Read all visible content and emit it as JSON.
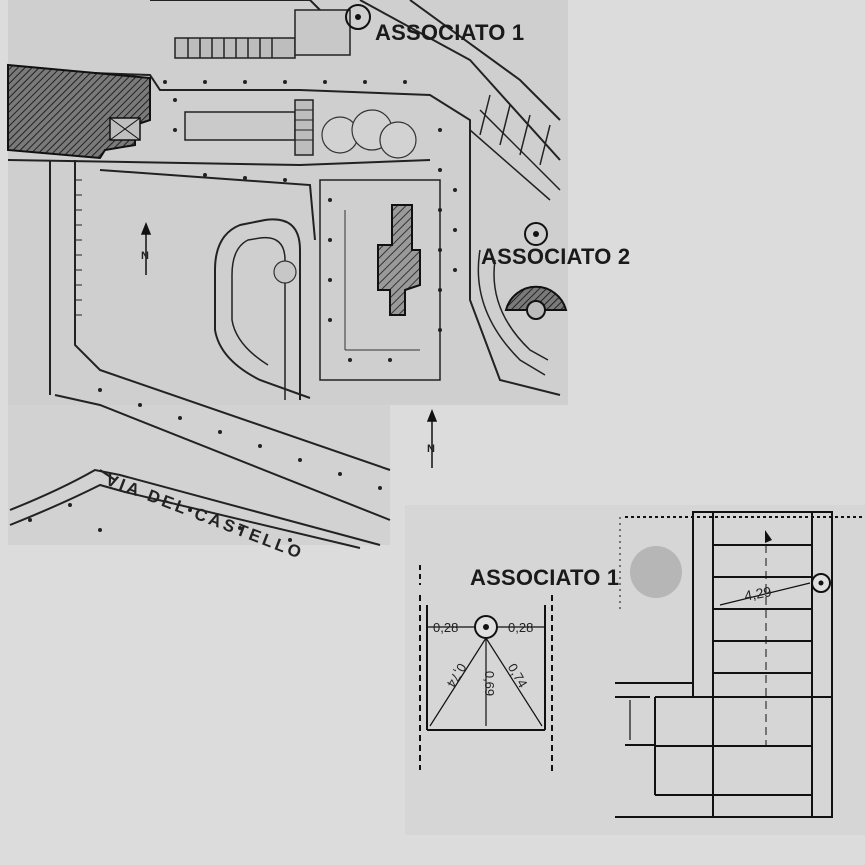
{
  "labels": {
    "associato_1_top": "ASSOCIATO 1",
    "associato_2": "ASSOCIATO 2",
    "associato_1_detail": "ASSOCIATO 1",
    "street": "VIA DEL CASTELLO",
    "north_top": "N",
    "north_center": "N"
  },
  "dimensions": {
    "left_offset": "0,28",
    "right_offset": "0,28",
    "diag_left": "0,74",
    "center": "0,69",
    "diag_right": "0,74",
    "stair_width": "4,29"
  },
  "colors": {
    "background": "#dcdcdc",
    "ink": "#1a1a1a",
    "hatch": "#444444"
  }
}
